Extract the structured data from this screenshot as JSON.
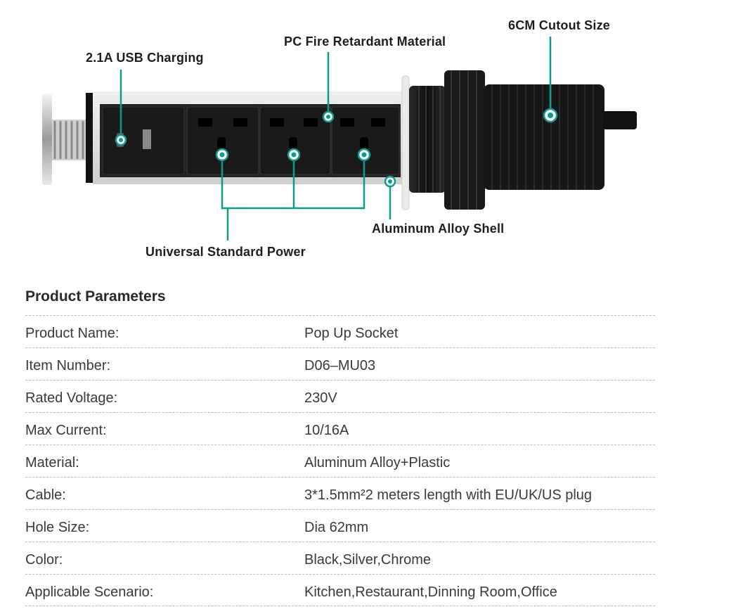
{
  "callouts": {
    "usb": "2.1A USB Charging",
    "fire": "PC Fire Retardant Material",
    "cutout": "6CM Cutout Size",
    "aluminum": "Aluminum Alloy Shell",
    "power": "Universal Standard Power"
  },
  "colors": {
    "accent": "#0e9a8e",
    "body_black": "#1b1b1b",
    "shell_silver": "#d9d9d9"
  },
  "params": {
    "title": "Product Parameters",
    "rows": [
      {
        "label": "Product Name:",
        "value": "Pop Up Socket"
      },
      {
        "label": "Item Number:",
        "value": "D06–MU03"
      },
      {
        "label": "Rated Voltage:",
        "value": "230V"
      },
      {
        "label": "Max Current:",
        "value": "10/16A"
      },
      {
        "label": "Material:",
        "value": "Aluminum Alloy+Plastic"
      },
      {
        "label": "Cable:",
        "value": "3*1.5mm²2 meters length with EU/UK/US plug"
      },
      {
        "label": "Hole Size:",
        "value": "Dia 62mm"
      },
      {
        "label": "Color:",
        "value": "Black,Silver,Chrome"
      },
      {
        "label": "Applicable Scenario:",
        "value": "Kitchen,Restaurant,Dinning Room,Office"
      }
    ]
  }
}
